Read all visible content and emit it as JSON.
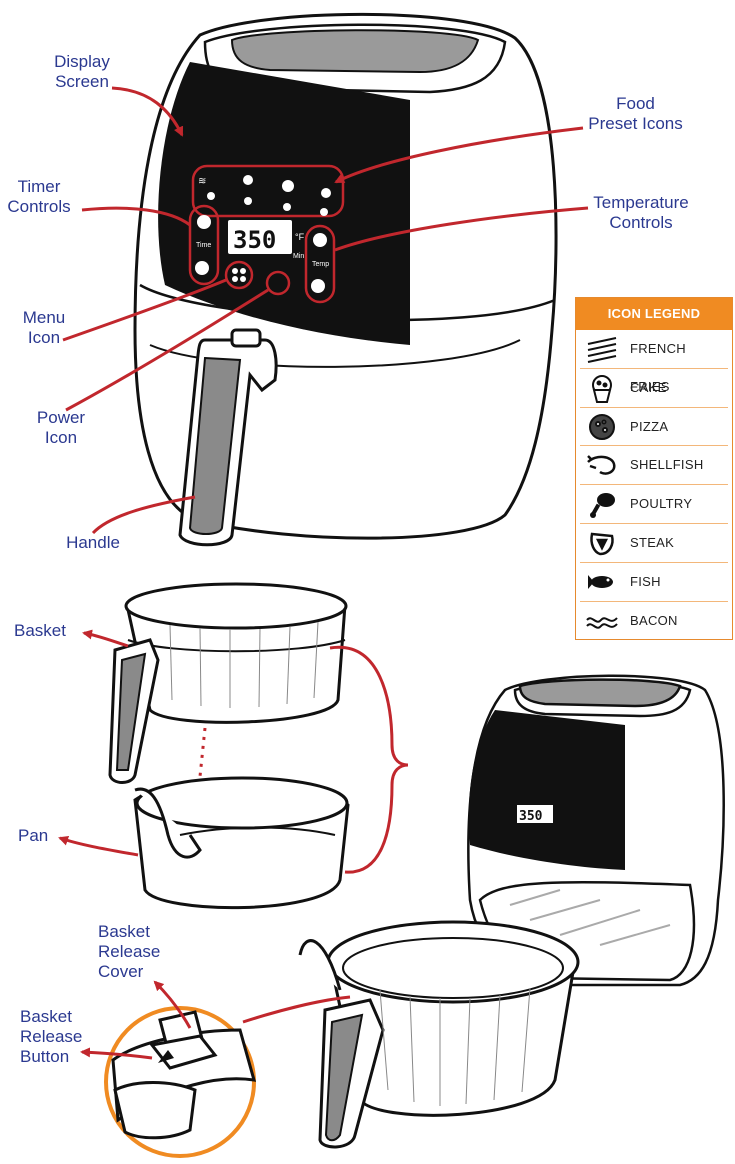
{
  "labels": {
    "display_screen": "Display\nScreen",
    "food_preset_icons": "Food\nPreset Icons",
    "timer_controls": "Timer\nControls",
    "temperature_controls": "Temperature\nControls",
    "menu_icon": "Menu\nIcon",
    "power_icon": "Power\nIcon",
    "handle": "Handle",
    "basket": "Basket",
    "pan": "Pan",
    "basket_release_cover": "Basket\nRelease\nCover",
    "basket_release_button": "Basket\nRelease\nButton"
  },
  "panel": {
    "display_value": "350",
    "unit_f": "°F",
    "unit_min": "Min",
    "time_label": "Time",
    "temp_label": "Temp"
  },
  "legend": {
    "title": "ICON LEGEND",
    "items": [
      {
        "label": "FRENCH FRIES",
        "icon": "french-fries-icon"
      },
      {
        "label": "CAKE",
        "icon": "cake-icon"
      },
      {
        "label": "PIZZA",
        "icon": "pizza-icon"
      },
      {
        "label": "SHELLFISH",
        "icon": "shellfish-icon"
      },
      {
        "label": "POULTRY",
        "icon": "poultry-icon"
      },
      {
        "label": "STEAK",
        "icon": "steak-icon"
      },
      {
        "label": "FISH",
        "icon": "fish-icon"
      },
      {
        "label": "BACON",
        "icon": "bacon-icon"
      }
    ]
  },
  "colors": {
    "label_blue": "#2b3990",
    "arrow_red": "#c1272d",
    "legend_orange": "#f08b22",
    "magnifier_orange": "#f08b22",
    "panel_black": "#111111"
  }
}
